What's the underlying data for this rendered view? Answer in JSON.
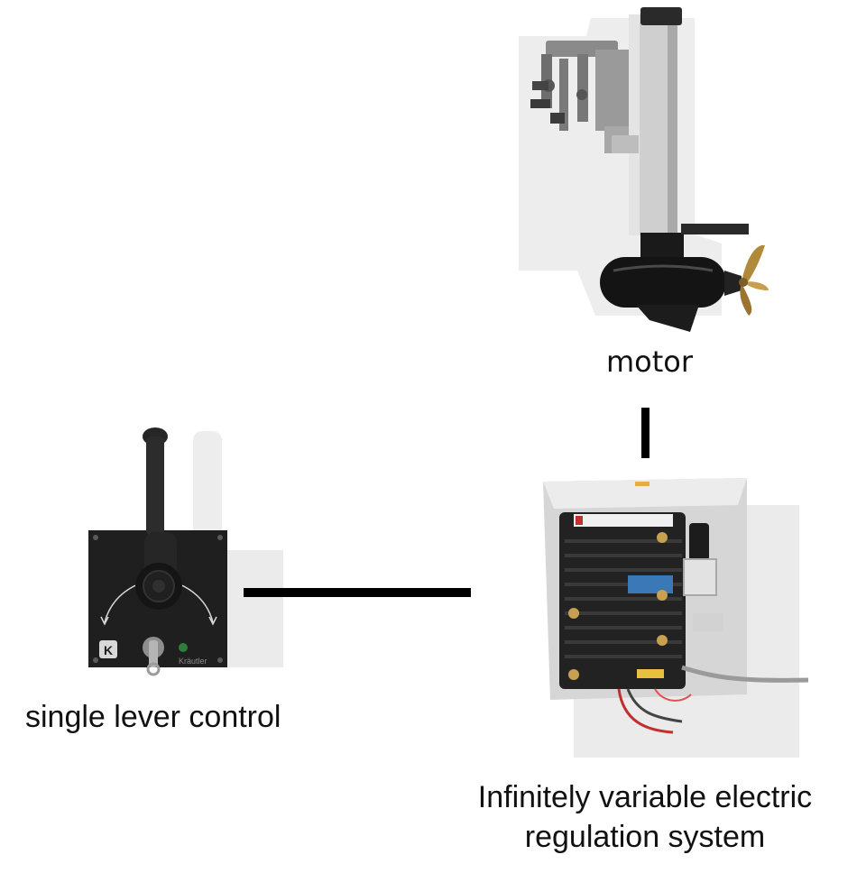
{
  "labels": {
    "motor": "motor",
    "lever": "single lever control",
    "regulation_line1": "Infinitely variable electric",
    "regulation_line2": "regulation system"
  },
  "lever_panel": {
    "logo_letter": "K",
    "brand": "Kräutler"
  },
  "colors": {
    "line": "#000000",
    "text": "#111111",
    "panel": "#1f1f1f",
    "aluminium": "#c9c9c9",
    "controller_body": "#222222",
    "propeller": "#b08a3a"
  }
}
